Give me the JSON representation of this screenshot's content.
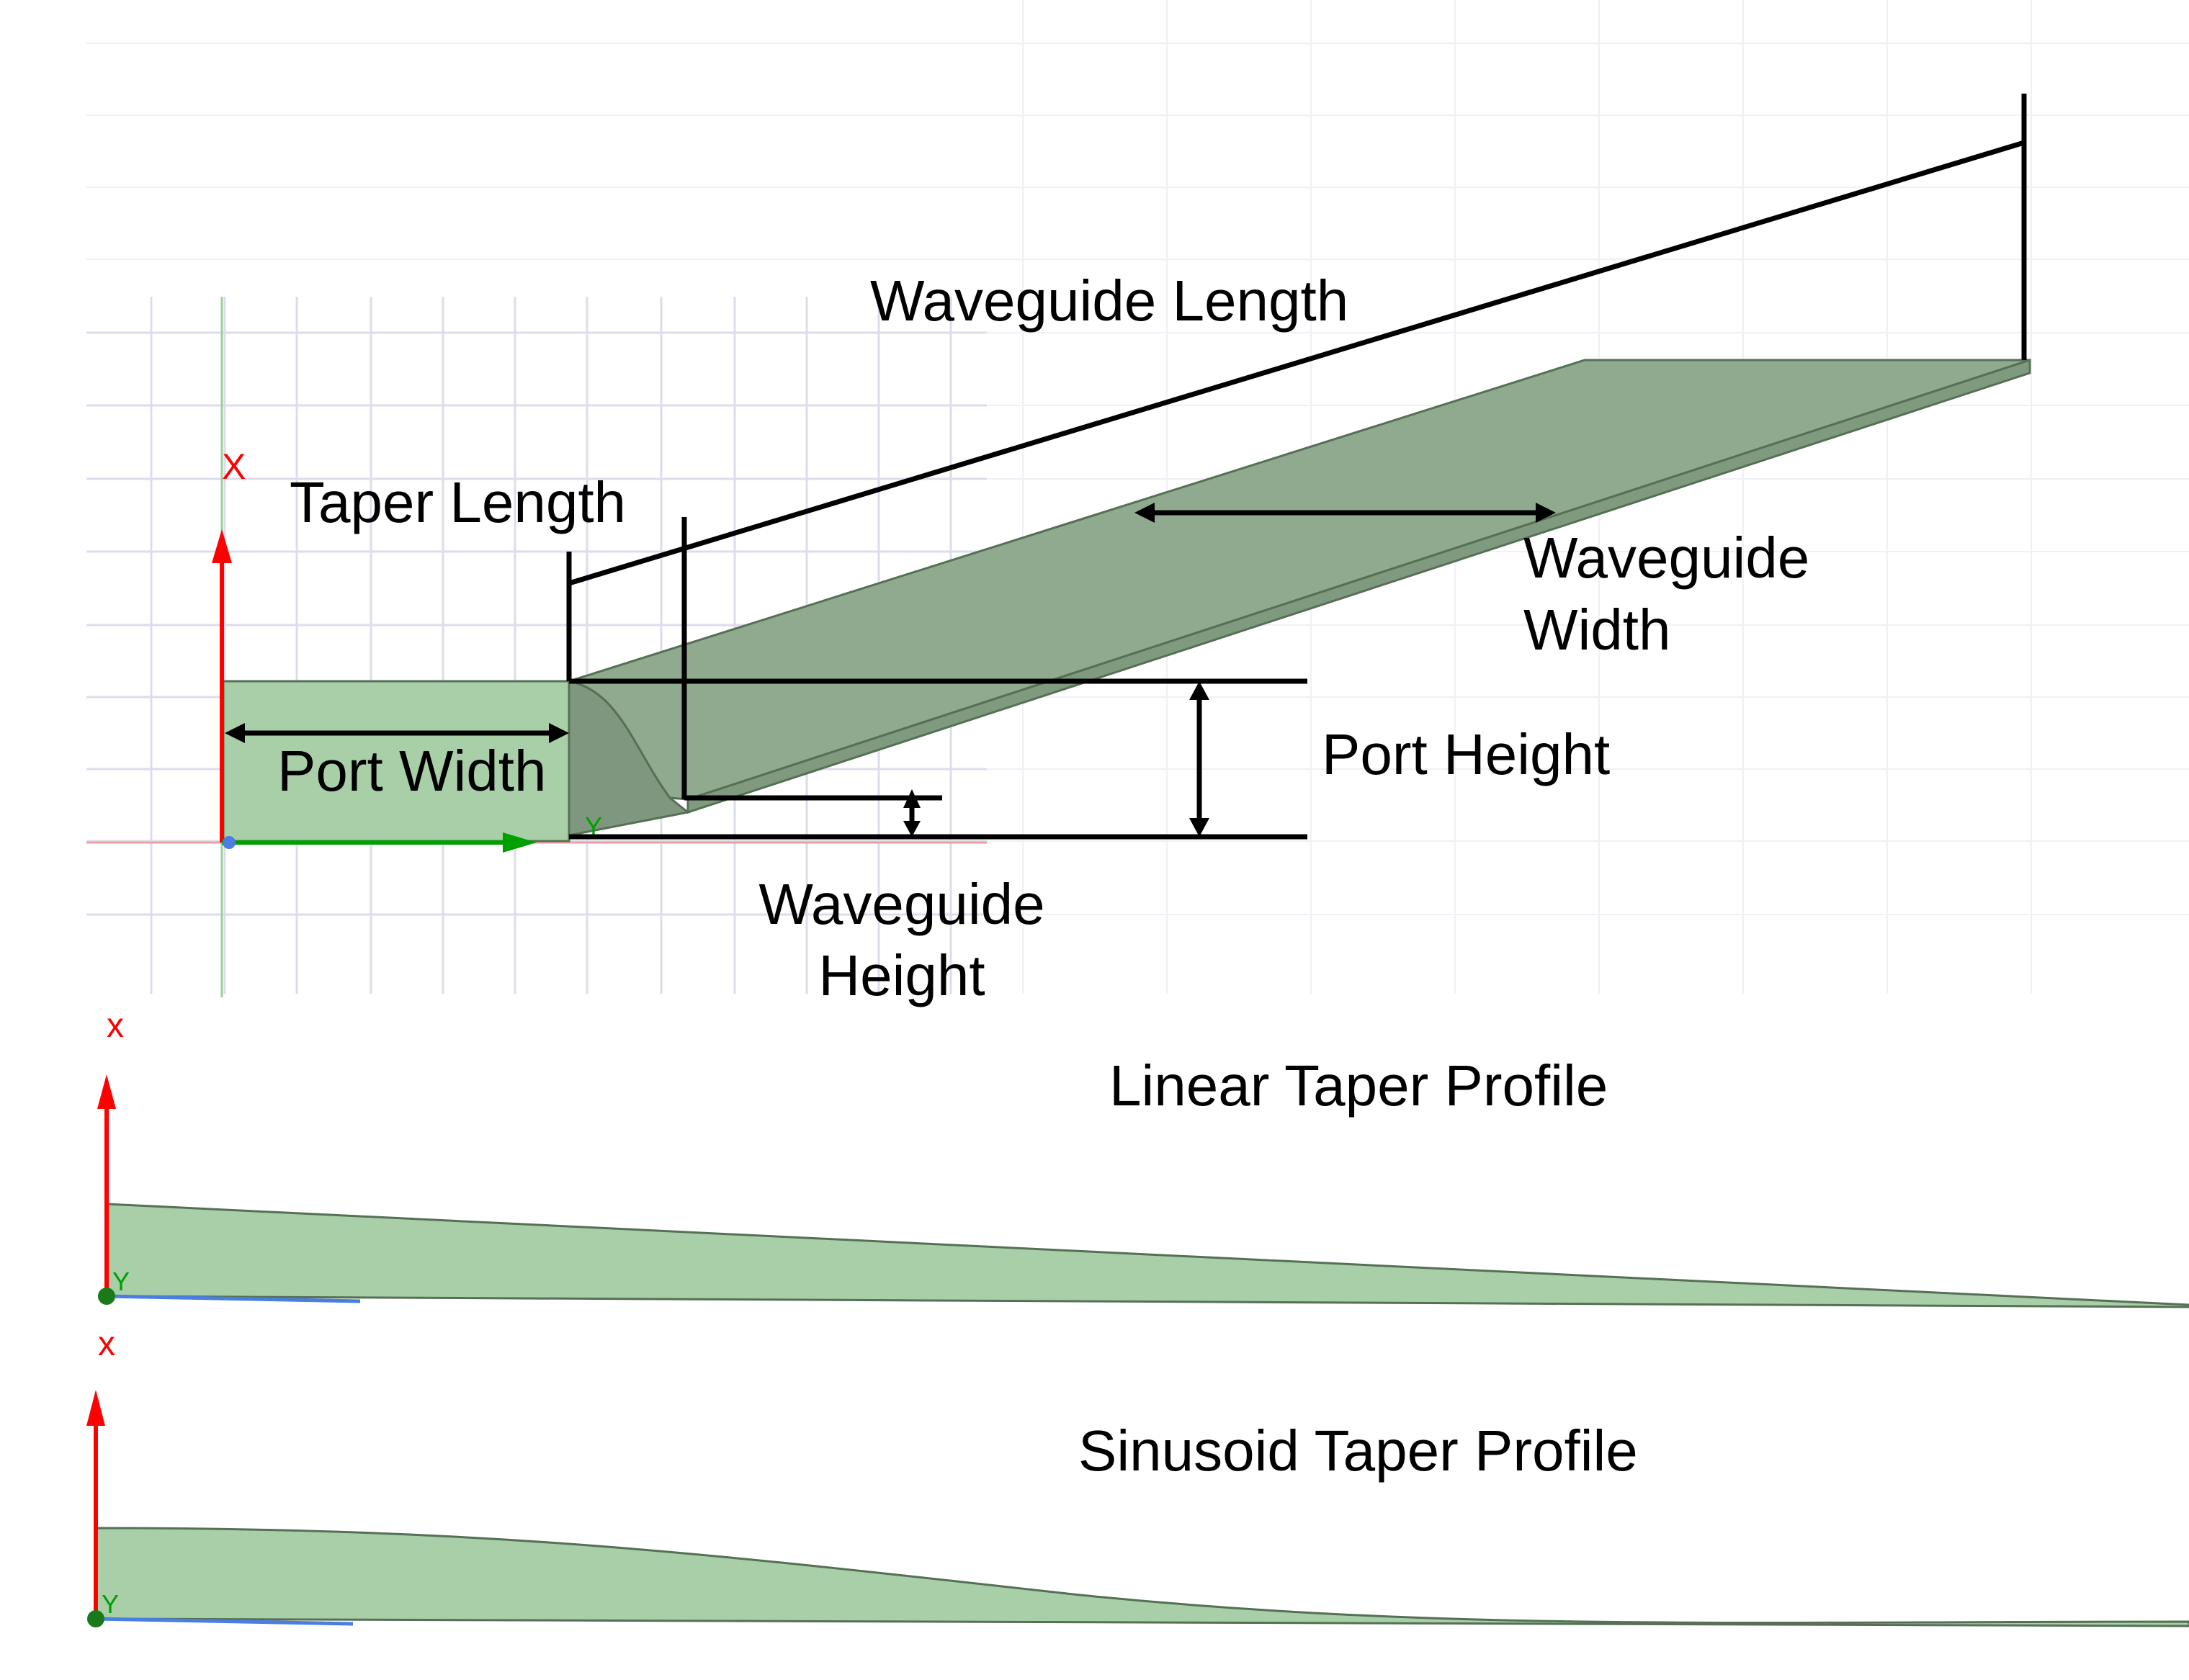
{
  "labels": {
    "waveguide_length": "Waveguide Length",
    "taper_length": "Taper Length",
    "waveguide_width_line1": "Waveguide",
    "waveguide_width_line2": "Width",
    "port_width": "Port Width",
    "port_height": "Port Height",
    "waveguide_height_line1": "Waveguide",
    "waveguide_height_line2": "Height",
    "linear_taper_profile": "Linear Taper Profile",
    "sinusoid_taper_profile": "Sinusoid Taper Profile"
  },
  "axes": {
    "x_label": "X",
    "y_label": "Y",
    "x_lower": "x",
    "y_lower": "Y"
  },
  "colors": {
    "body_face": "#a9cfa9",
    "body_top": "#8faa8f",
    "body_edge": "#557055",
    "grid": "#dcdcec",
    "x_axis": "#ff0000",
    "y_axis": "#00a000",
    "z_axis": "#4a7ee0",
    "dimension": "#000000"
  }
}
